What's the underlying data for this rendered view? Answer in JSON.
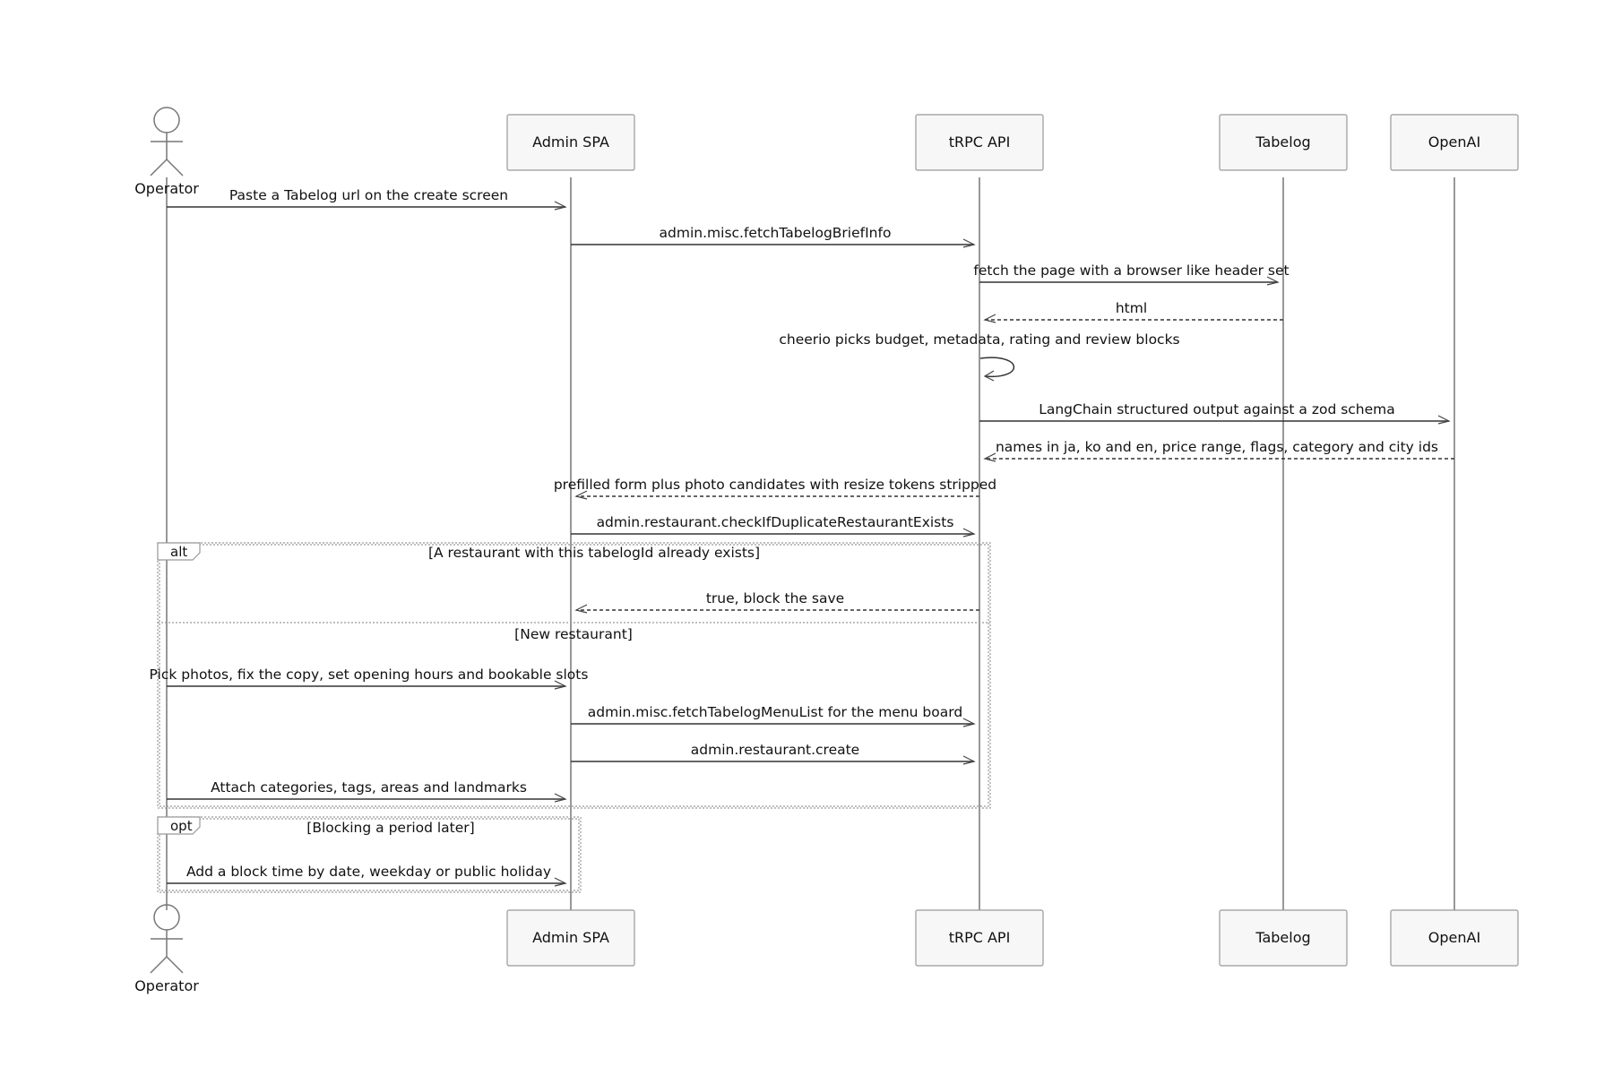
{
  "participants": [
    {
      "id": "operator",
      "label": "Operator",
      "kind": "actor"
    },
    {
      "id": "admin_spa",
      "label": "Admin SPA",
      "kind": "box"
    },
    {
      "id": "trpc_api",
      "label": "tRPC API",
      "kind": "box"
    },
    {
      "id": "tabelog",
      "label": "Tabelog",
      "kind": "box"
    },
    {
      "id": "openai",
      "label": "OpenAI",
      "kind": "box"
    }
  ],
  "messages": [
    {
      "id": "m1",
      "from": "operator",
      "to": "admin_spa",
      "label": "Paste a Tabelog url on the create screen",
      "style": "solid"
    },
    {
      "id": "m2",
      "from": "admin_spa",
      "to": "trpc_api",
      "label": "admin.misc.fetchTabelogBriefInfo",
      "style": "solid"
    },
    {
      "id": "m3",
      "from": "trpc_api",
      "to": "tabelog",
      "label": "fetch the page with a browser like header set",
      "style": "solid"
    },
    {
      "id": "m4",
      "from": "tabelog",
      "to": "trpc_api",
      "label": "html",
      "style": "dashed"
    },
    {
      "id": "m5",
      "from": "trpc_api",
      "to": "trpc_api",
      "label": "cheerio picks budget, metadata, rating and review blocks",
      "style": "solid"
    },
    {
      "id": "m6",
      "from": "trpc_api",
      "to": "openai",
      "label": "LangChain structured output against a zod schema",
      "style": "solid"
    },
    {
      "id": "m7",
      "from": "openai",
      "to": "trpc_api",
      "label": "names in ja, ko and en, price range, flags, category and city ids",
      "style": "dashed"
    },
    {
      "id": "m8",
      "from": "trpc_api",
      "to": "admin_spa",
      "label": "prefilled form plus photo candidates with resize tokens stripped",
      "style": "dashed"
    },
    {
      "id": "m9",
      "from": "admin_spa",
      "to": "trpc_api",
      "label": "admin.restaurant.checkIfDuplicateRestaurantExists",
      "style": "solid"
    },
    {
      "id": "m10",
      "from": "trpc_api",
      "to": "admin_spa",
      "label": "true, block the save",
      "style": "dashed"
    },
    {
      "id": "m11",
      "from": "operator",
      "to": "admin_spa",
      "label": "Pick photos, fix the copy, set opening hours and bookable slots",
      "style": "solid"
    },
    {
      "id": "m12",
      "from": "admin_spa",
      "to": "trpc_api",
      "label": "admin.misc.fetchTabelogMenuList for the menu board",
      "style": "solid"
    },
    {
      "id": "m13",
      "from": "admin_spa",
      "to": "trpc_api",
      "label": "admin.restaurant.create",
      "style": "solid"
    },
    {
      "id": "m14",
      "from": "operator",
      "to": "admin_spa",
      "label": "Attach categories, tags, areas and landmarks",
      "style": "solid"
    },
    {
      "id": "m15",
      "from": "operator",
      "to": "admin_spa",
      "label": "Add a block time by date, weekday or public holiday",
      "style": "solid"
    }
  ],
  "fragments": [
    {
      "id": "alt",
      "kind": "alt",
      "sections": [
        {
          "condition": "[A restaurant with this tabelogId already exists]",
          "messages": [
            "m10"
          ]
        },
        {
          "condition": "[New restaurant]",
          "messages": [
            "m11",
            "m12",
            "m13",
            "m14"
          ]
        }
      ]
    },
    {
      "id": "opt",
      "kind": "opt",
      "sections": [
        {
          "condition": "[Blocking a period later]",
          "messages": [
            "m15"
          ]
        }
      ]
    }
  ]
}
